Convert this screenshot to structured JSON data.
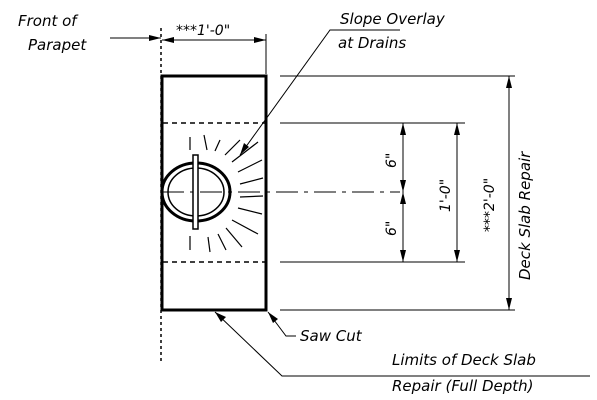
{
  "labels": {
    "front_of_parapet_line1": "Front of",
    "front_of_parapet_line2": "Parapet",
    "top_width": "***1'-0\"",
    "slope_overlay_line1": "Slope Overlay",
    "slope_overlay_line2": "at Drains",
    "dim_upper": "6\"",
    "dim_lower": "6\"",
    "dim_middle": "1'-0\"",
    "dim_overall": "***2'-0\"",
    "deck_slab_repair": "Deck Slab Repair",
    "saw_cut": "Saw Cut",
    "limits_line1": "Limits of Deck Slab",
    "limits_line2": "Repair (Full Depth)"
  }
}
